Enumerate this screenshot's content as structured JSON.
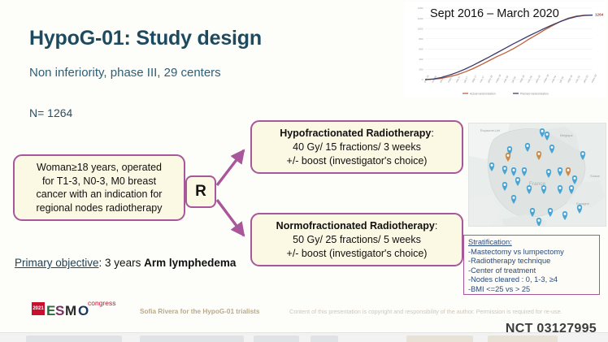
{
  "slide": {
    "title": "HypoG-01: Study design",
    "subtitle": "Non inferiority, phase III, 29 centers",
    "enrollment": "N= 1264"
  },
  "flow": {
    "population": "Woman≥18 years, operated for T1-3, N0-3, M0 breast cancer with an indication for regional nodes radiotherapy",
    "population_lines": [
      "Woman≥18 years, operated",
      "for T1-3, N0-3, M0 breast",
      "cancer with an indication for",
      "regional nodes radiotherapy"
    ],
    "randomization_label": "R",
    "arms": [
      {
        "heading": "Hypofractionated Radiotherapy",
        "heading_suffix": ":",
        "dose": "40 Gy/ 15 fractions/ 3 weeks",
        "boost": "+/- boost (investigator's choice)"
      },
      {
        "heading": "Normofractionated Radiotherapy",
        "heading_suffix": ":",
        "dose": "50 Gy/ 25 fractions/ 5 weeks",
        "boost": "+/- boost (investigator's choice)"
      }
    ]
  },
  "primary_objective": {
    "label": "Primary objective",
    "separator": ": ",
    "timeframe": "3 years ",
    "endpoint": "Arm lymphedema"
  },
  "stratification": {
    "title": "Stratification:",
    "items": [
      "-Mastectomy vs lumpectomy",
      "-Radiotherapy technique",
      "-Center of treatment",
      "-Nodes cleared : 0, 1-3, ≥4",
      "-BMI <=25 vs > 25"
    ]
  },
  "chart_data": {
    "type": "line",
    "title": "Sept 2016 – March 2020",
    "xlabel": "",
    "ylabel": "",
    "ylim": [
      0,
      1400
    ],
    "yticks": [
      0,
      200,
      400,
      600,
      800,
      1000,
      1200,
      1400
    ],
    "grid": true,
    "legend_position": "bottom",
    "x": [
      "sept-16",
      "nov-16",
      "janv-17",
      "mars-17",
      "mai-17",
      "juil-17",
      "sept-17",
      "nov-17",
      "janv-18",
      "mars-18",
      "mai-18",
      "juil-18",
      "sept-18",
      "nov-18",
      "janv-19",
      "mars-19",
      "mai-19",
      "juil-19",
      "sept-19",
      "nov-19",
      "janv-20",
      "mars-20"
    ],
    "series": [
      {
        "name": "Actual randomization",
        "color": "#c0603a",
        "values": [
          0,
          8,
          25,
          55,
          95,
          150,
          215,
          290,
          370,
          450,
          520,
          600,
          690,
          790,
          880,
          975,
          1060,
          1140,
          1205,
          1245,
          1260,
          1264
        ]
      },
      {
        "name": "Planned randomization",
        "color": "#3b3b6b",
        "values": [
          0,
          12,
          40,
          85,
          140,
          205,
          280,
          360,
          440,
          525,
          610,
          695,
          775,
          855,
          930,
          1005,
          1075,
          1140,
          1195,
          1235,
          1258,
          1264
        ]
      }
    ],
    "annotations": [
      {
        "text": "1264",
        "color": "#c0392b"
      }
    ]
  },
  "map": {
    "country_label": "France",
    "region_labels": [
      "Belgique",
      "Suisse",
      "Espagne",
      "Royaume-Uni"
    ],
    "marker_count_blue": 25,
    "marker_count_orange": 3
  },
  "footer": {
    "author": "Sofia Rivera for the HypoG-01 trialists",
    "copyright": "Content of this presentation is copyright and responsibility of the author. Permission is required for re-use.",
    "nct": "NCT 03127995",
    "logo_year": "2021",
    "logo_name": "ESMO",
    "logo_suffix": "congress"
  },
  "colors": {
    "title": "#1e4a60",
    "box_border": "#a8579b",
    "box_fill": "#fbf8e4",
    "accrual_actual": "#c0603a",
    "accrual_planned": "#3b3b6b",
    "strat_text": "#2a4a7c"
  }
}
